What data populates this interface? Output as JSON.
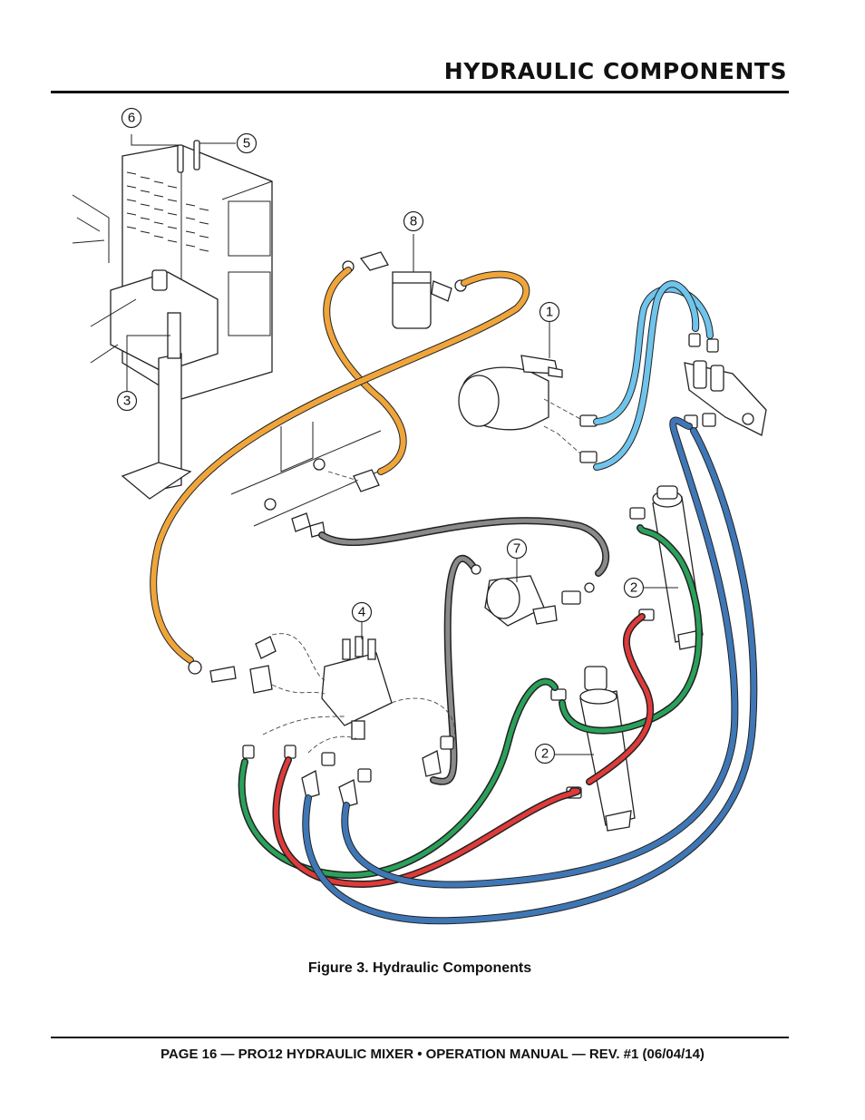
{
  "header": {
    "title": "HYDRAULIC COMPONENTS"
  },
  "figure": {
    "caption": "Figure 3. Hydraulic Components",
    "callouts": [
      {
        "id": "callout-1",
        "label": "1"
      },
      {
        "id": "callout-2a",
        "label": "2"
      },
      {
        "id": "callout-2b",
        "label": "2"
      },
      {
        "id": "callout-3",
        "label": "3"
      },
      {
        "id": "callout-4",
        "label": "4"
      },
      {
        "id": "callout-5",
        "label": "5"
      },
      {
        "id": "callout-6",
        "label": "6"
      },
      {
        "id": "callout-7",
        "label": "7"
      },
      {
        "id": "callout-8",
        "label": "8"
      }
    ],
    "hose_colors": {
      "orange": "#f0a53a",
      "light_blue": "#6fc4ec",
      "blue": "#3f77b6",
      "green": "#2aa15a",
      "red": "#e03a3a",
      "gray": "#8a8a8a"
    }
  },
  "footer": {
    "text": "PAGE 16 — PRO12 HYDRAULIC MIXER • OPERATION MANUAL — REV. #1 (06/04/14)"
  }
}
